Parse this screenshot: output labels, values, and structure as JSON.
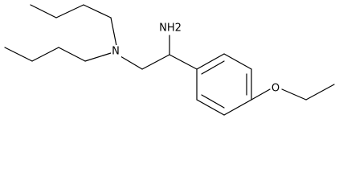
{
  "structure": {
    "atoms": {
      "nh2": "NH2",
      "n": "N",
      "o": "O"
    },
    "colors": {
      "bond": "#000000",
      "text": "#000000",
      "background": "#ffffff"
    }
  }
}
